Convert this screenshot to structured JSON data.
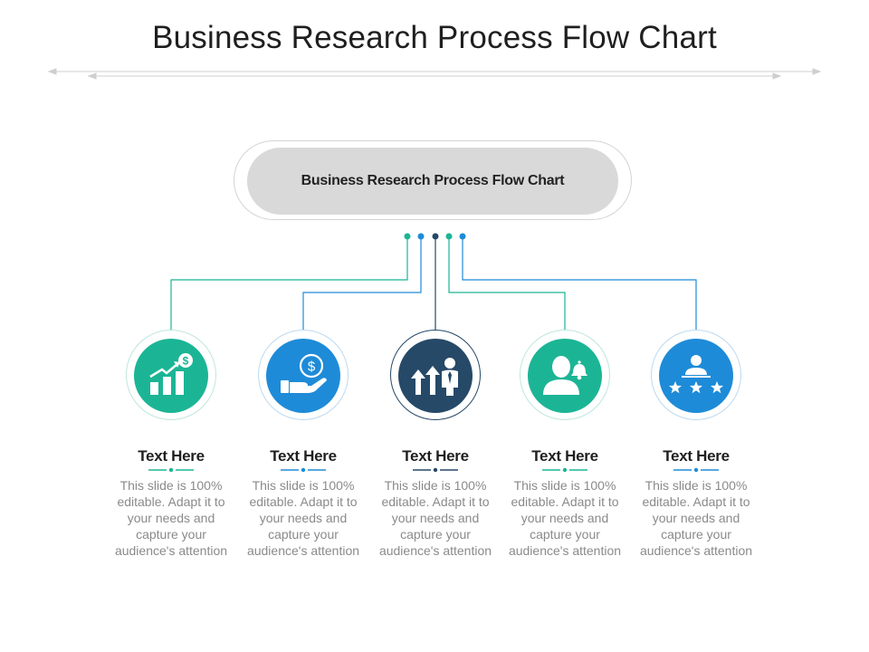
{
  "title": "Business Research Process Flow Chart",
  "center": {
    "label": "Business Research Process Flow Chart"
  },
  "colors": {
    "teal": "#1bb595",
    "blue": "#1e8bd8",
    "navy": "#264968",
    "ring_light": "#bcdde0"
  },
  "steps": [
    {
      "title": "Text Here",
      "description": "This slide is 100% editable. Adapt it to your needs and capture your audience's attention",
      "icon": "growth-chart-dollar-icon",
      "color": "#1bb595"
    },
    {
      "title": "Text Here",
      "description": "This slide is 100% editable. Adapt it to your needs and capture your audience's attention",
      "icon": "hand-coin-icon",
      "color": "#1e8bd8"
    },
    {
      "title": "Text Here",
      "description": "This slide is 100% editable. Adapt it to your needs and capture your audience's attention",
      "icon": "businessman-arrows-icon",
      "color": "#264968"
    },
    {
      "title": "Text Here",
      "description": "This slide is 100% editable. Adapt it to your needs and capture your audience's attention",
      "icon": "user-bell-icon",
      "color": "#1bb595"
    },
    {
      "title": "Text Here",
      "description": "This slide is 100% editable. Adapt it to your needs and capture your audience's attention",
      "icon": "user-rating-stars-icon",
      "color": "#1e8bd8"
    }
  ]
}
